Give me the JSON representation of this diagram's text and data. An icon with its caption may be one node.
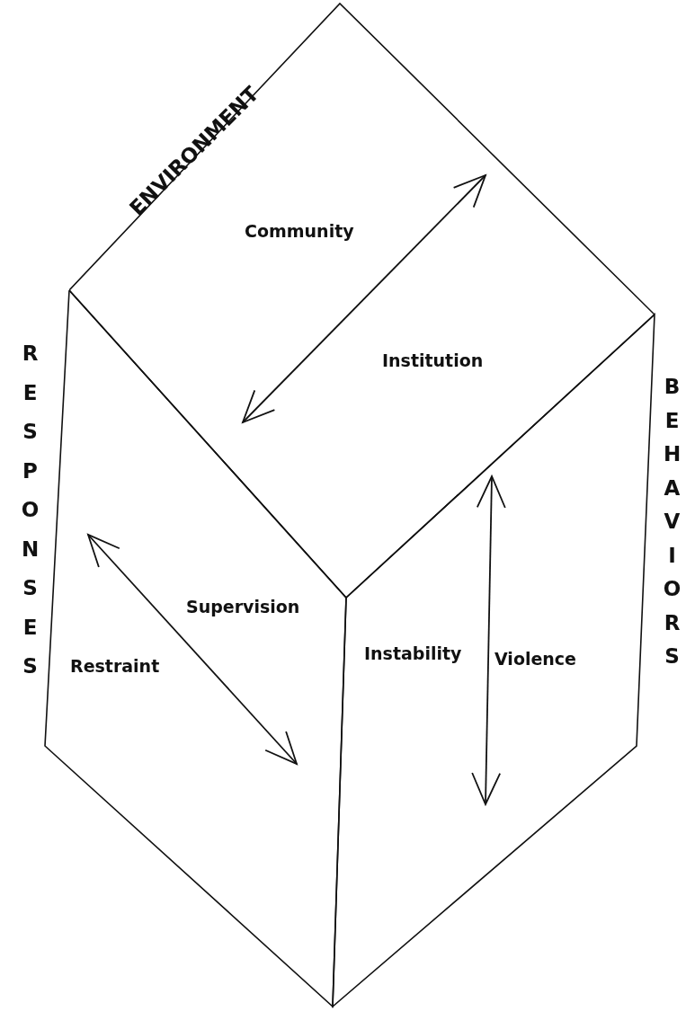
{
  "diagram": {
    "nodes": [
      {
        "text": [
          "ENVIRONMENT",
          "Community",
          "Institution"
        ]
      },
      {
        "text": [
          "RESPONSES",
          "Supervision",
          "Restraint"
        ]
      },
      {
        "text": [
          "Instability",
          "Violence",
          "BEHAVIORS"
        ]
      }
    ]
  }
}
